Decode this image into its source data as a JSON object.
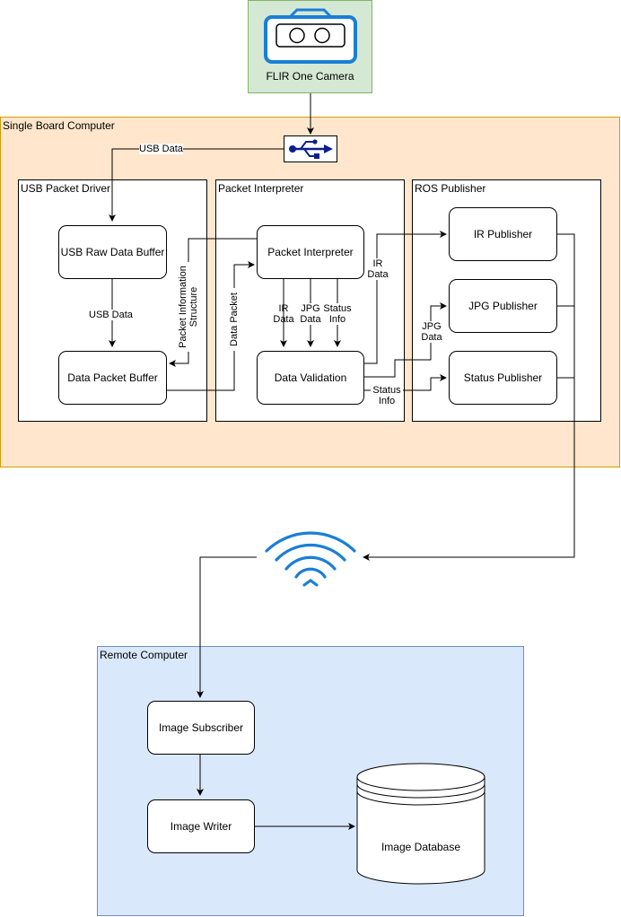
{
  "camera": {
    "label": "FLIR One Camera"
  },
  "sbc": {
    "label": "Single Board Computer",
    "usb_edge_label": "USB Data",
    "driver": {
      "label": "USB Packet Driver",
      "raw_buffer": "USB Raw Data Buffer",
      "packet_buffer": "Data Packet Buffer",
      "usb_data_label": "USB Data"
    },
    "interpreter": {
      "label": "Packet Interpreter",
      "node": "Packet Interpreter",
      "validation": "Data Validation",
      "info_structure_label": "Packet Information Structure",
      "data_packet_label": "Data Packet",
      "ir_label": "IR Data",
      "jpg_label": "JPG Data",
      "status_label": "Status Info"
    },
    "ros": {
      "label": "ROS Publisher",
      "ir": "IR Publisher",
      "jpg": "JPG Publisher",
      "status": "Status Publisher",
      "ir_label": "IR Data",
      "jpg_label": "JPG Data",
      "status_label": "Status Info"
    }
  },
  "remote": {
    "label": "Remote Computer",
    "subscriber": "Image Subscriber",
    "writer": "Image Writer",
    "database": "Image Database"
  },
  "colors": {
    "camera_fill": "#d5e8d4",
    "camera_stroke": "#82b366",
    "sbc_fill": "#ffe6cc",
    "sbc_stroke": "#d79b00",
    "remote_fill": "#dae8fc",
    "remote_stroke": "#6c8ebf",
    "icon_blue": "#1a7fd6",
    "usb_navy": "#0b1f8f"
  }
}
